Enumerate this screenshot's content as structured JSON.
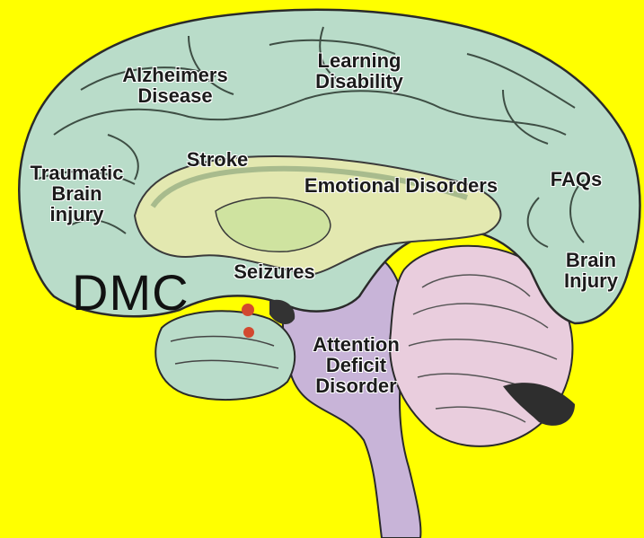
{
  "logo": {
    "text": "DMC"
  },
  "links": {
    "alzheimers": [
      "Alzheimers",
      "Disease"
    ],
    "learning": [
      "Learning",
      "Disability"
    ],
    "stroke": [
      "Stroke"
    ],
    "traumatic": [
      "Traumatic",
      "Brain",
      "injury"
    ],
    "emotional": [
      "Emotional Disorders"
    ],
    "faqs": [
      "FAQs"
    ],
    "seizures": [
      "Seizures"
    ],
    "brain_injury": [
      "Brain",
      "Injury"
    ],
    "add": [
      "Attention",
      "Deficit",
      "Disorder"
    ]
  },
  "colors": {
    "background": "#ffff00",
    "cortex": "#b9dcc9",
    "inner_region": "#e3e8b0",
    "brainstem": "#c8b4d8",
    "cerebellum": "#e9cddd",
    "outline": "#2a2a2a",
    "accent_red": "#d2492f"
  }
}
